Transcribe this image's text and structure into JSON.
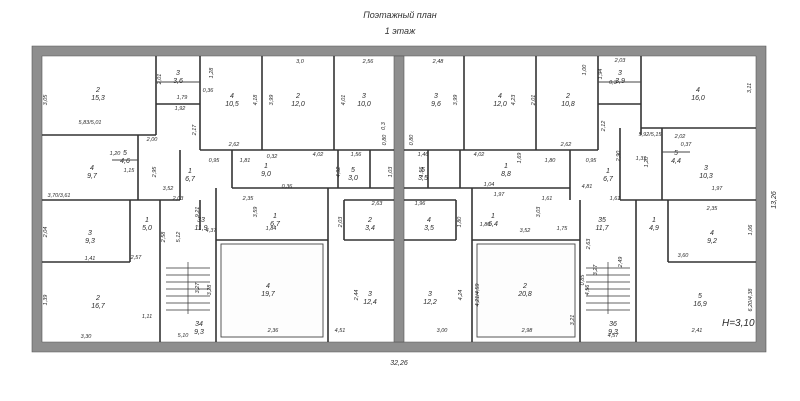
{
  "header": {
    "title": "Поэтажный план",
    "floor": "1 этаж"
  },
  "height_label": "H=3,10",
  "dimensions": {
    "total_width": "32,26",
    "total_depth": "13,26"
  },
  "rooms": [
    {
      "num": "2",
      "area": "15,3"
    },
    {
      "num": "3",
      "area": "3,6"
    },
    {
      "num": "4",
      "area": "10,5"
    },
    {
      "num": "2",
      "area": "12,0"
    },
    {
      "num": "3",
      "area": "10,0"
    },
    {
      "num": "3",
      "area": "9,6"
    },
    {
      "num": "4",
      "area": "12,0"
    },
    {
      "num": "2",
      "area": "10,8"
    },
    {
      "num": "3",
      "area": "3,9"
    },
    {
      "num": "4",
      "area": "16,0"
    },
    {
      "num": "4",
      "area": "9,7"
    },
    {
      "num": "5",
      "area": "4,6"
    },
    {
      "num": "1",
      "area": "6,7"
    },
    {
      "num": "1",
      "area": "9,0"
    },
    {
      "num": "5",
      "area": "3,0"
    },
    {
      "num": "5",
      "area": "3,5"
    },
    {
      "num": "1",
      "area": "8,8"
    },
    {
      "num": "1",
      "area": "6,7"
    },
    {
      "num": "5",
      "area": "4,4"
    },
    {
      "num": "3",
      "area": "10,3"
    },
    {
      "num": "3",
      "area": "9,3"
    },
    {
      "num": "1",
      "area": "5,0"
    },
    {
      "num": "33",
      "area": "11,9"
    },
    {
      "num": "1",
      "area": "6,7"
    },
    {
      "num": "2",
      "area": "3,4"
    },
    {
      "num": "4",
      "area": "3,5"
    },
    {
      "num": "1",
      "area": "6,4"
    },
    {
      "num": "35",
      "area": "11,7"
    },
    {
      "num": "1",
      "area": "4,9"
    },
    {
      "num": "4",
      "area": "9,2"
    },
    {
      "num": "2",
      "area": "16,7"
    },
    {
      "num": "34",
      "area": "9,3"
    },
    {
      "num": "4",
      "area": "19,7"
    },
    {
      "num": "3",
      "area": "12,4"
    },
    {
      "num": "3",
      "area": "12,2"
    },
    {
      "num": "2",
      "area": "20,8"
    },
    {
      "num": "36",
      "area": "9,3"
    },
    {
      "num": "5",
      "area": "16,9"
    }
  ],
  "dims": [
    "3,05",
    "2,01",
    "1,28",
    "1,79",
    "1,92",
    "0,36",
    "2,17",
    "4,18",
    "3,0",
    "3,99",
    "2,56",
    "4,01",
    "0,3",
    "2,48",
    "3,99",
    "2,01",
    "4,23",
    "1,00",
    "1,94",
    "2,03",
    "0,3",
    "2,12",
    "3,11",
    "5,83/5,01",
    "2,00",
    "1,20",
    "1,15",
    "2,62",
    "0,95",
    "1,81",
    "0,32",
    "4,02",
    "1,56",
    "0,80",
    "0,80",
    "1,46",
    "4,02",
    "1,69",
    "1,80",
    "2,62",
    "0,95",
    "2,90",
    "1,31",
    "5,92/5,15",
    "2,02",
    "0,37",
    "1,20",
    "2,95",
    "0,36",
    "4,92",
    "1,03",
    "1,56",
    "1,04",
    "4,81",
    "1,97",
    "3,70/3,61",
    "3,52",
    "2,03",
    "2,35",
    "1,61",
    "1,61",
    "2,35",
    "3,59",
    "1,84",
    "2,63",
    "1,96",
    "1,97",
    "3,03",
    "1,75",
    "2,04",
    "2,58",
    "4,37",
    "2,03",
    "1,80",
    "1,80",
    "3,52",
    "2,63",
    "1,06",
    "2,57",
    "1,41",
    "3,60",
    "1,39",
    "3,28",
    "2,44",
    "4,24",
    "4,21/4,59",
    "4,56",
    "2,49",
    "6,20/4,38",
    "3,30",
    "5,10",
    "2,36",
    "4,51",
    "3,00",
    "2,98",
    "4,57",
    "2,41",
    "5,12",
    "9,21",
    "3,27",
    "3,27",
    "3,21",
    "1,11",
    "0,85",
    "1,40"
  ]
}
